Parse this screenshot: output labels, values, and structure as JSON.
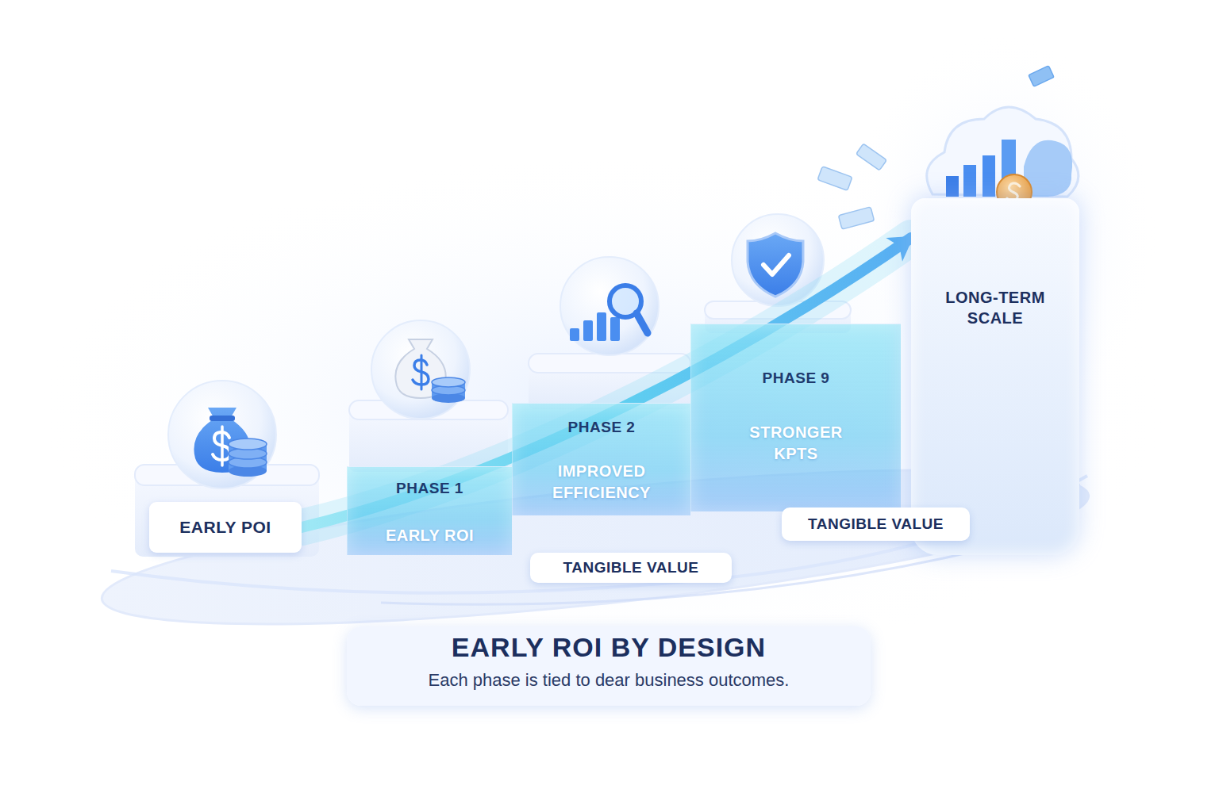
{
  "diagram": {
    "title": "EARLY ROI BY DESIGN",
    "caption": "Each phase is tied to dear business outcomes.",
    "nodes": [
      {
        "text": [
          "EARLY POI"
        ]
      },
      {
        "text": [
          "PHASE 1",
          "EARLY ROI"
        ]
      },
      {
        "text": [
          "PHASE 2",
          "IMPROVED EFFICIENCY"
        ]
      },
      {
        "text": [
          "PHASE 9",
          "STRONGER KPTS"
        ]
      },
      {
        "text": [
          "LONG-TERM SCALE"
        ]
      },
      {
        "text": [
          "TANGIBLE VALUE"
        ]
      },
      {
        "text": [
          "TANGIBLE VALUE"
        ]
      }
    ],
    "edges": [
      {
        "from": 0,
        "to": 4,
        "arrow": "to"
      }
    ]
  }
}
